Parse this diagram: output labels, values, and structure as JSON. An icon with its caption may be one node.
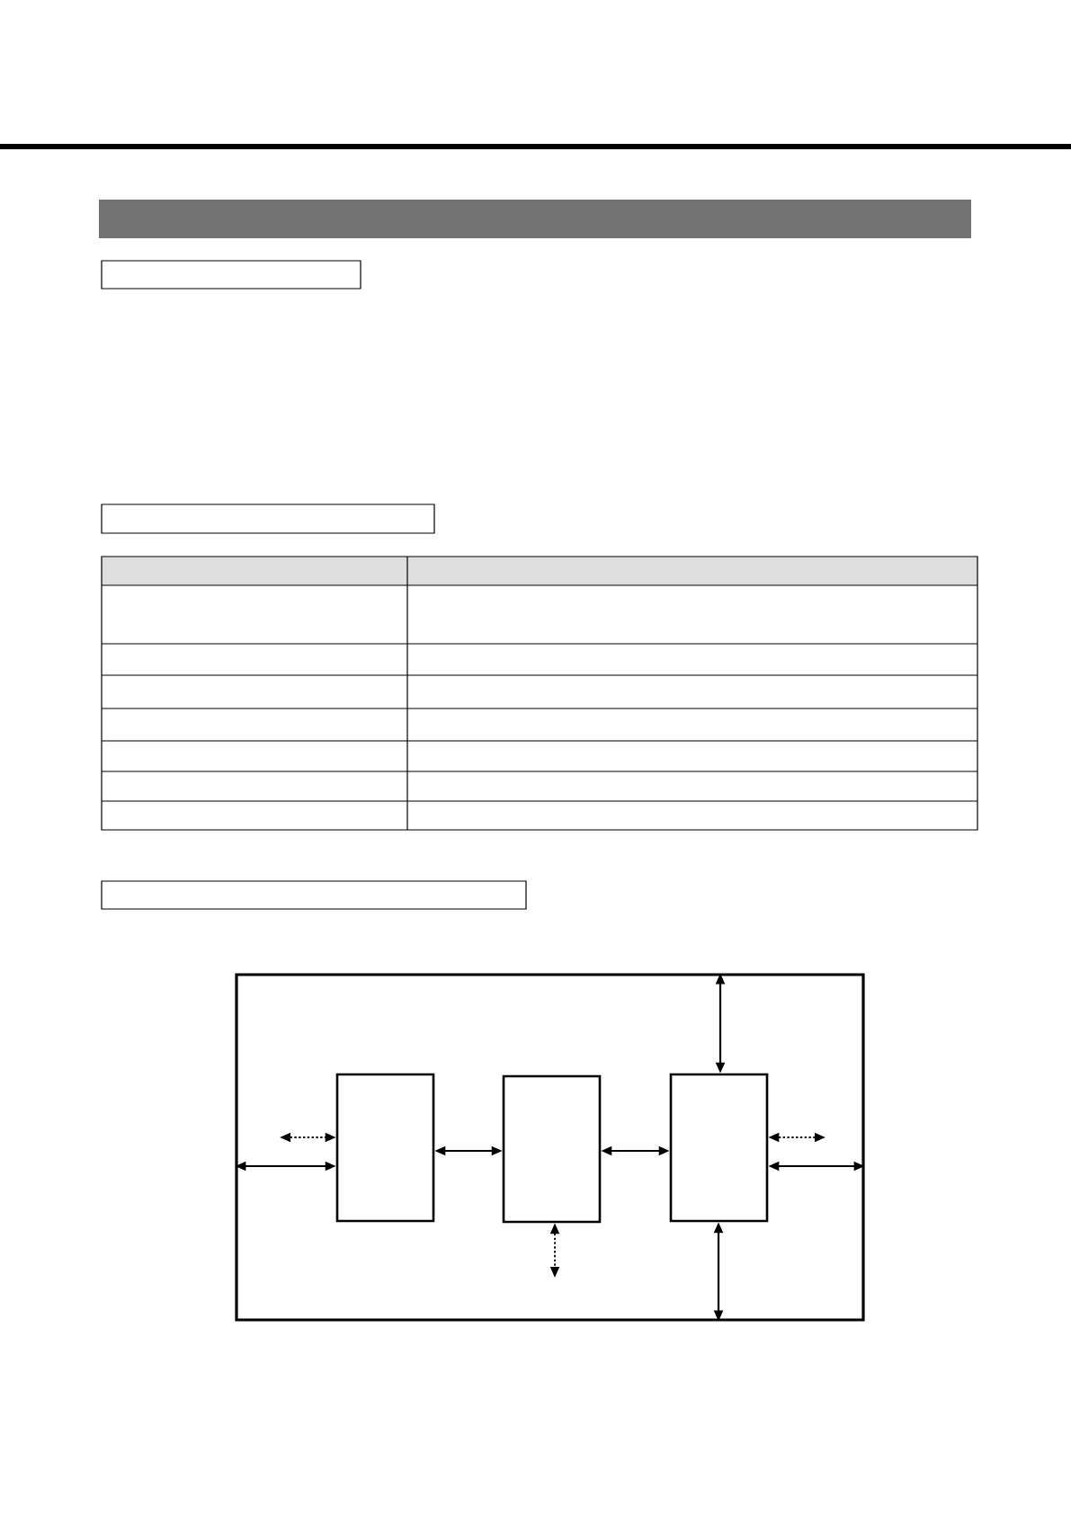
{
  "diagram": {
    "nodes": [
      {
        "text": [],
        "shape": "bar"
      },
      {
        "text": [],
        "shape": "box"
      },
      {
        "text": [],
        "shape": "box"
      },
      {
        "text": [],
        "shape": "box"
      },
      {
        "text": [],
        "shape": "box"
      },
      {
        "text": [],
        "shape": "box",
        "in": 4
      },
      {
        "text": [],
        "shape": "box",
        "in": 4
      },
      {
        "text": [],
        "shape": "box",
        "in": 4
      }
    ],
    "edges": [
      {
        "from": null,
        "to": 5,
        "arrow": "both",
        "style": "dashed"
      },
      {
        "from": 4,
        "to": 5,
        "arrow": "both"
      },
      {
        "from": 5,
        "to": 6,
        "arrow": "both"
      },
      {
        "from": 6,
        "to": 7,
        "arrow": "both"
      },
      {
        "from": 4,
        "to": 7,
        "arrow": "both"
      },
      {
        "from": 7,
        "to": null,
        "arrow": "both",
        "style": "dashed"
      },
      {
        "from": 7,
        "to": 4,
        "arrow": "both"
      },
      {
        "from": 6,
        "to": null,
        "arrow": "both",
        "style": "dashed"
      },
      {
        "from": 7,
        "to": 4,
        "arrow": "both"
      }
    ]
  }
}
